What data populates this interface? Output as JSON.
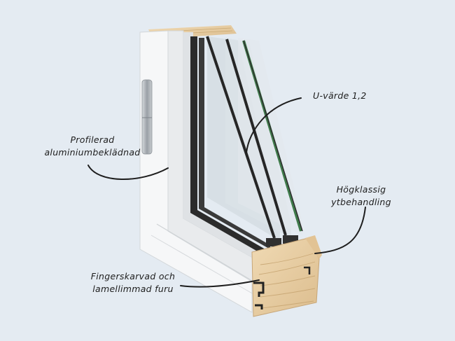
{
  "labels": {
    "profilerad": {
      "line1": "Profilerad",
      "line2": "aluminiumbeklädnad"
    },
    "u_varde": {
      "line1": "U-värde 1,2"
    },
    "ytbehandling": {
      "line1": "Högklassig",
      "line2": "ytbehandling"
    },
    "fingerskarvad": {
      "line1": "Fingerskarvad och",
      "line2": "lamellimmad furu"
    }
  },
  "colors": {
    "background": "#e4ebf2",
    "aluminium": "#f4f5f6",
    "wood": "#e8cfa6",
    "glass": "#d4dde4",
    "outer_pane_edge": "#3f7a4a",
    "frame_dark": "#262626",
    "hinge": "#b9bec3"
  }
}
